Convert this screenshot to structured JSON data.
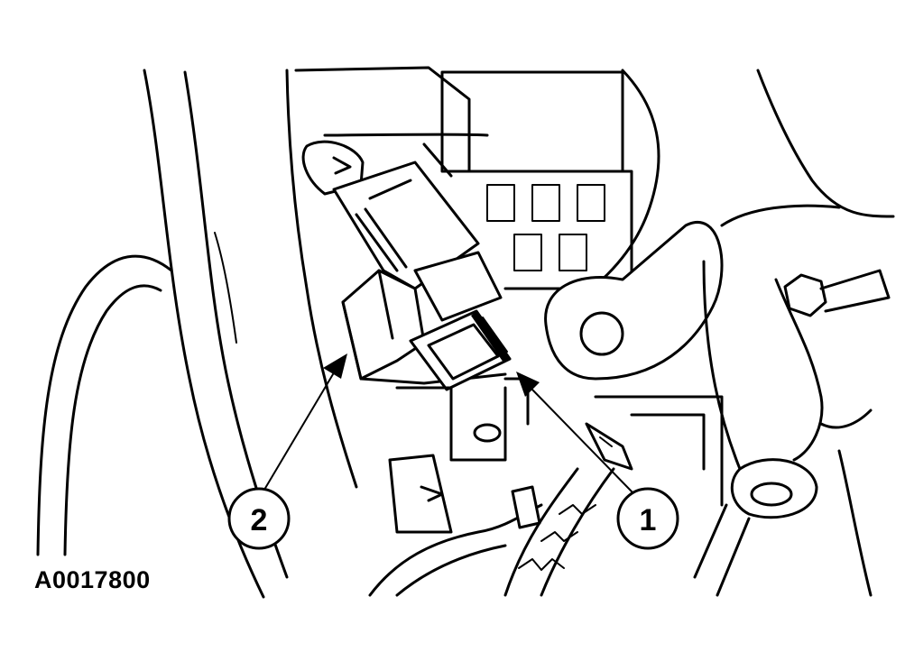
{
  "figure": {
    "id_label": "A0017800"
  },
  "callouts": [
    {
      "number": "1"
    },
    {
      "number": "2"
    }
  ]
}
